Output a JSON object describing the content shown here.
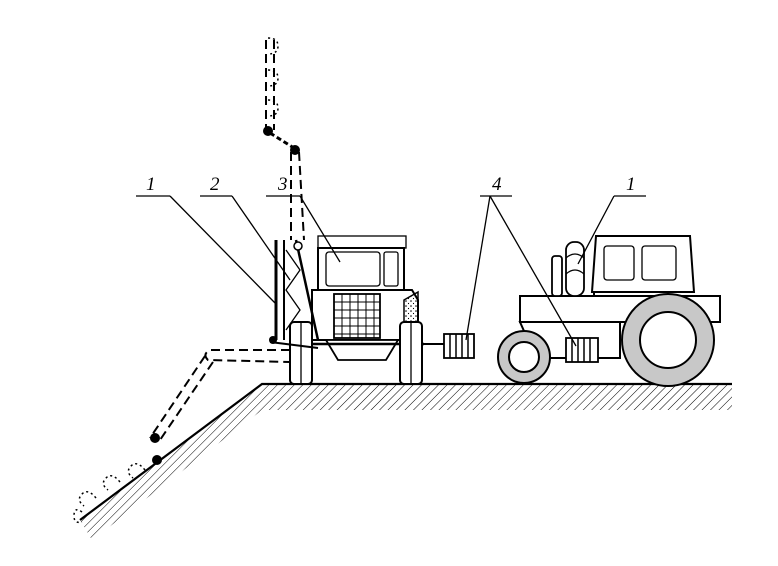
{
  "labels": {
    "l1_left": "1",
    "l2": "2",
    "l3": "3",
    "l4": "4",
    "l1_right": "1"
  }
}
